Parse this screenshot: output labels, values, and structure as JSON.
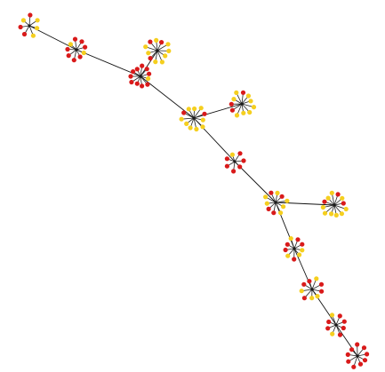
{
  "diagram": {
    "type": "network-graph",
    "background_color": "#ffffff",
    "edge_color": "#111111",
    "node_colors": {
      "red": "#d91a1a",
      "yellow": "#f5cf1f"
    },
    "clusters": [
      {
        "id": "c01",
        "leaves": [
          "yellow",
          "yellow",
          "red",
          "red",
          "yellow",
          "red",
          "yellow"
        ]
      },
      {
        "id": "c02",
        "leaves": [
          "red",
          "red",
          "red",
          "red",
          "yellow",
          "red",
          "red",
          "red",
          "yellow"
        ]
      },
      {
        "id": "c03",
        "leaves": [
          "yellow",
          "yellow",
          "yellow",
          "red",
          "yellow",
          "yellow",
          "red",
          "yellow",
          "red",
          "yellow",
          "yellow"
        ]
      },
      {
        "id": "c04",
        "leaves": [
          "red",
          "red",
          "red",
          "red",
          "red",
          "red",
          "red",
          "red",
          "yellow",
          "red",
          "red"
        ]
      },
      {
        "id": "c05",
        "leaves": [
          "yellow",
          "yellow",
          "yellow",
          "yellow",
          "yellow",
          "yellow",
          "red",
          "yellow",
          "yellow",
          "yellow",
          "red"
        ]
      },
      {
        "id": "c06",
        "leaves": [
          "yellow",
          "yellow",
          "red",
          "red",
          "yellow",
          "yellow",
          "red",
          "yellow",
          "yellow",
          "yellow",
          "yellow"
        ]
      },
      {
        "id": "c07",
        "leaves": [
          "red",
          "red",
          "red",
          "red",
          "yellow",
          "red",
          "red"
        ]
      },
      {
        "id": "c08",
        "leaves": [
          "yellow",
          "yellow",
          "red",
          "red",
          "yellow",
          "yellow",
          "red",
          "yellow",
          "red",
          "yellow"
        ]
      },
      {
        "id": "c09",
        "leaves": [
          "yellow",
          "yellow",
          "yellow",
          "red",
          "yellow",
          "yellow",
          "red",
          "yellow",
          "red",
          "yellow",
          "yellow",
          "yellow"
        ]
      },
      {
        "id": "c10",
        "leaves": [
          "yellow",
          "red",
          "yellow",
          "red",
          "red",
          "yellow",
          "red",
          "red",
          "yellow"
        ]
      },
      {
        "id": "c11",
        "leaves": [
          "yellow",
          "red",
          "yellow",
          "red",
          "red",
          "yellow",
          "red",
          "red",
          "yellow"
        ]
      },
      {
        "id": "c12",
        "leaves": [
          "red",
          "red",
          "yellow",
          "red",
          "red",
          "yellow",
          "red",
          "red"
        ]
      },
      {
        "id": "c13",
        "leaves": [
          "red",
          "red",
          "red",
          "red",
          "red",
          "red",
          "red",
          "red",
          "red"
        ]
      }
    ],
    "edges": [
      [
        "c01",
        "c02"
      ],
      [
        "c02",
        "c04"
      ],
      [
        "c03",
        "c04"
      ],
      [
        "c04",
        "c05"
      ],
      [
        "c05",
        "c06"
      ],
      [
        "c05",
        "c07"
      ],
      [
        "c07",
        "c08"
      ],
      [
        "c08",
        "c09"
      ],
      [
        "c08",
        "c10"
      ],
      [
        "c10",
        "c11"
      ],
      [
        "c11",
        "c12"
      ],
      [
        "c12",
        "c13"
      ]
    ]
  }
}
